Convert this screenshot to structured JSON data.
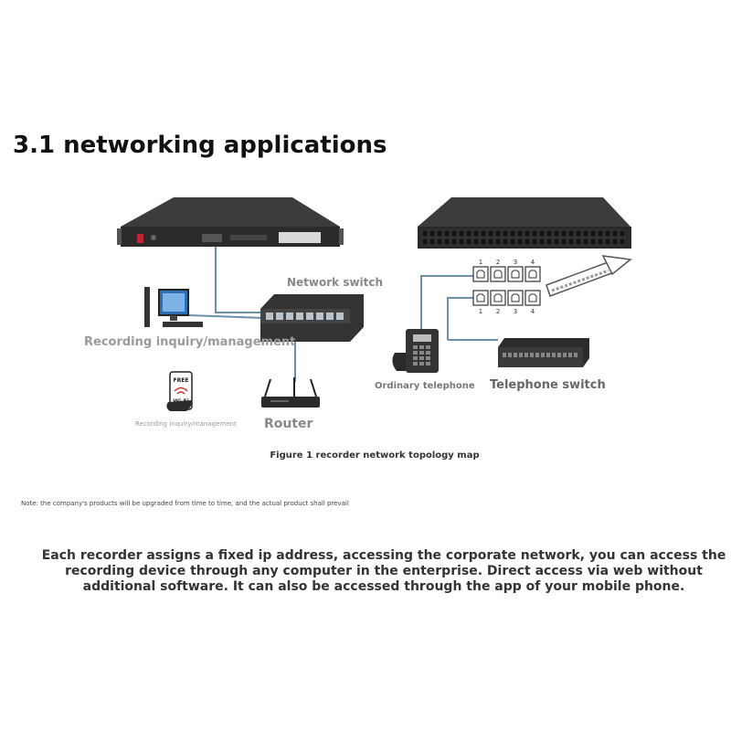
{
  "section": {
    "title": "3.1 networking applications"
  },
  "diagram": {
    "labels": {
      "network_switch": "Network switch",
      "recording_inquiry_large": "Recording inquiry/management",
      "recording_inquiry_small": "Recording inquiry/management",
      "router": "Router",
      "ordinary_telephone": "Ordinary telephone",
      "telephone_switch": "Telephone switch",
      "wifi_sign_top": "FREE",
      "wifi_sign_bottom": "Wi-Fi",
      "port_numbers": [
        "1",
        "2",
        "3",
        "4"
      ]
    },
    "colors": {
      "link": "#6b8fa8",
      "device": "#2b2b2b"
    }
  },
  "figure": {
    "caption": "Figure 1 recorder network topology map"
  },
  "note": "Note: the company's products will be upgraded from time to time, and the actual product shall prevail",
  "description": "Each recorder assigns a fixed ip address, accessing the corporate network, you can access the recording device through any computer in the enterprise. Direct access via web without additional software. It can also be accessed through the app of your mobile phone."
}
